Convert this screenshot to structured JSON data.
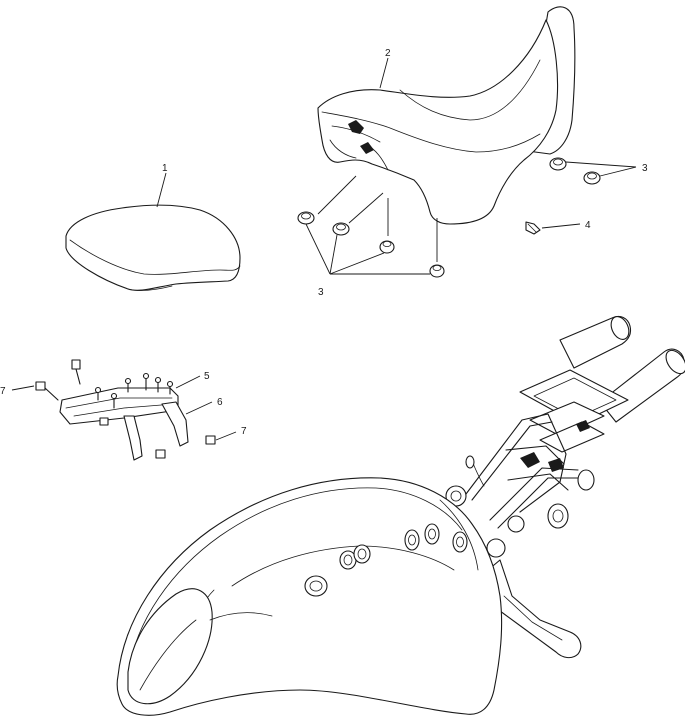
{
  "callouts": [
    {
      "id": "c1",
      "label": "1"
    },
    {
      "id": "c2",
      "label": "2"
    },
    {
      "id": "c3a",
      "label": "3"
    },
    {
      "id": "c3b",
      "label": "3"
    },
    {
      "id": "c4",
      "label": "4"
    },
    {
      "id": "c5",
      "label": "5"
    },
    {
      "id": "c6",
      "label": "6"
    },
    {
      "id": "c7a",
      "label": "7"
    },
    {
      "id": "c7b",
      "label": "7"
    }
  ]
}
